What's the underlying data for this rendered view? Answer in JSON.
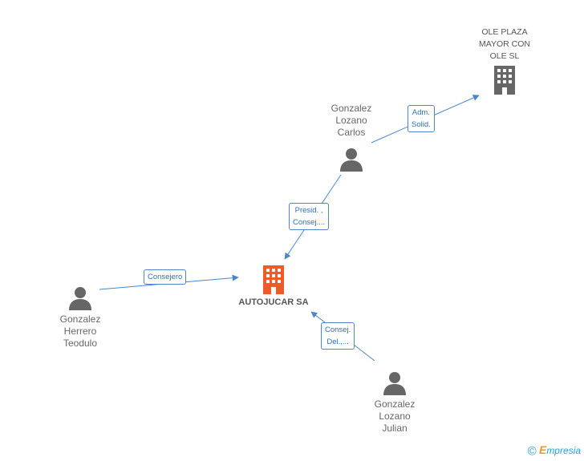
{
  "nodes": {
    "main_company": {
      "name": "AUTOJUCAR SA",
      "icon": "building-icon",
      "color": "#f05a28"
    },
    "ole_plaza": {
      "name_lines": [
        "OLE PLAZA",
        "MAYOR CON",
        "OLE SL"
      ],
      "icon": "building-icon",
      "color": "#666666"
    },
    "carlos": {
      "name_lines": [
        "Gonzalez",
        "Lozano",
        "Carlos"
      ],
      "icon": "person-icon"
    },
    "teodulo": {
      "name_lines": [
        "Gonzalez",
        "Herrero",
        "Teodulo"
      ],
      "icon": "person-icon"
    },
    "julian": {
      "name_lines": [
        "Gonzalez",
        "Lozano",
        "Julian"
      ],
      "icon": "person-icon"
    }
  },
  "edges": {
    "carlos_to_ole": [
      "Adm.",
      "Solid."
    ],
    "carlos_to_main": [
      "Presid. ,",
      "Consej...."
    ],
    "teodulo_to_main": [
      "Consejero"
    ],
    "julian_to_main": [
      "Consej.",
      "Del.,..."
    ]
  },
  "colors": {
    "edge": "#4a86c8",
    "person": "#666666"
  },
  "footer": {
    "copyright": "©",
    "brand_e": "E",
    "brand_rest": "mpresia"
  }
}
